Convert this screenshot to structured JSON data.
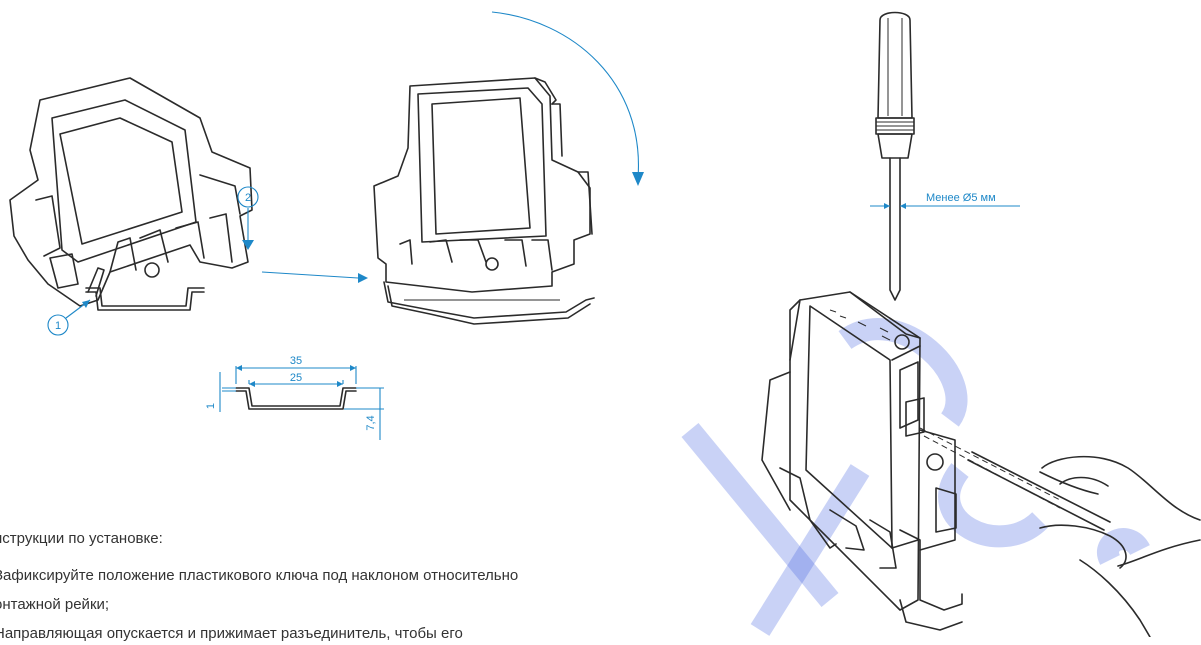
{
  "callouts": {
    "step1": "1",
    "step2": "2"
  },
  "rail_dimensions": {
    "width_outer": "35",
    "width_inner": "25",
    "thickness": "1",
    "height": "7,4"
  },
  "screwdriver_label": "Менее Ø5 мм",
  "instructions": {
    "heading": "нструкции по установке:",
    "line1": " Зафиксируйте положение пластикового ключа под наклоном относительно",
    "line2": "онтажной рейки;",
    "line3": " Направляющая опускается и прижимает разъединитель, чтобы его"
  },
  "colors": {
    "dimension_blue": "#1e88c8",
    "line": "#2b2b2b",
    "watermark": "#3d5fe0"
  }
}
